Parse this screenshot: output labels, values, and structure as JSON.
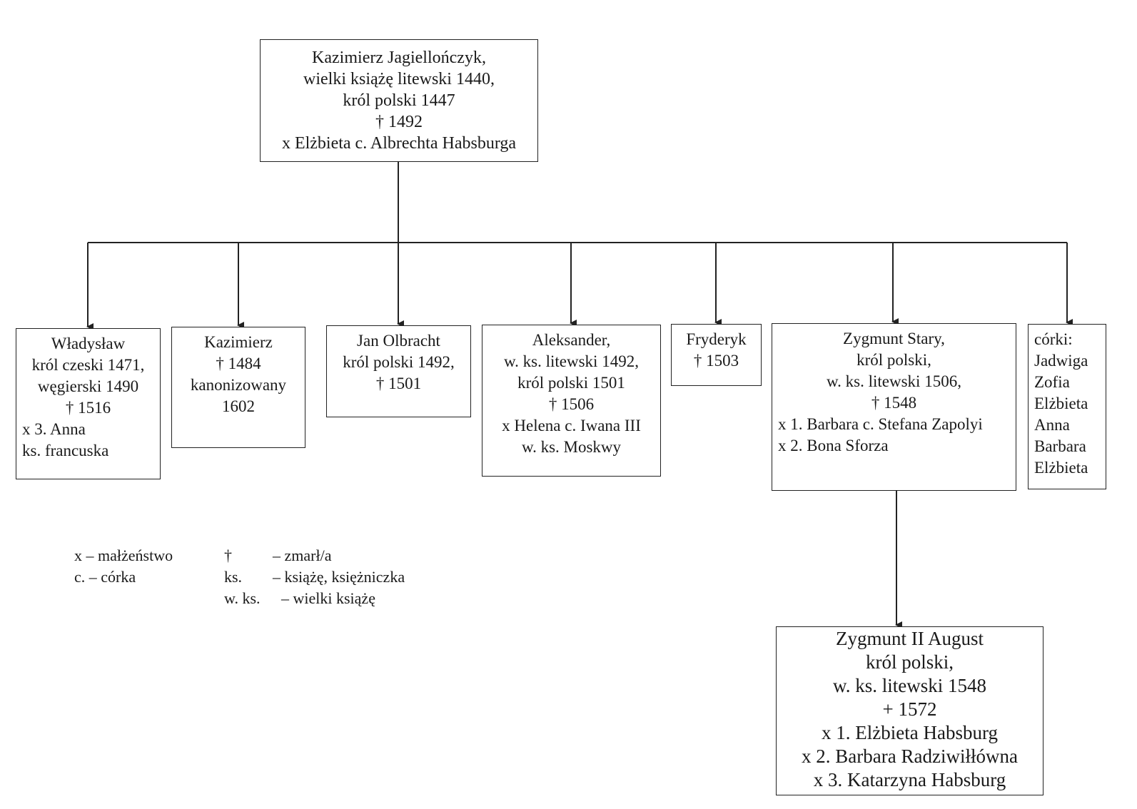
{
  "root": {
    "lines": [
      "Kazimierz Jagiellończyk,",
      "wielki książę litewski 1440,",
      "król polski 1447",
      "† 1492",
      "x Elżbieta c. Albrechta Habsburga"
    ]
  },
  "children": [
    {
      "lines": [
        "Władysław",
        "król czeski 1471,",
        "węgierski 1490",
        "† 1516"
      ],
      "extra": [
        "x 3. Anna",
        "ks. francuska"
      ]
    },
    {
      "lines": [
        "Kazimierz",
        "† 1484",
        "kanonizowany",
        "1602"
      ]
    },
    {
      "lines": [
        "Jan Olbracht",
        "król polski 1492,",
        "† 1501"
      ]
    },
    {
      "lines": [
        "Aleksander,",
        "w. ks. litewski 1492,",
        "król polski 1501",
        "† 1506",
        "x Helena c. Iwana III",
        "w. ks. Moskwy"
      ]
    },
    {
      "lines": [
        "Fryderyk",
        "† 1503"
      ]
    },
    {
      "lines": [
        "Zygmunt Stary,",
        "król polski,",
        "w. ks. litewski 1506,",
        "† 1548"
      ],
      "extra": [
        "x 1. Barbara c. Stefana Zapolyi",
        "x 2. Bona Sforza"
      ]
    },
    {
      "extra": [
        "córki:",
        "Jadwiga",
        "Zofia",
        "Elżbieta",
        "Anna",
        "Barbara",
        "Elżbieta"
      ]
    }
  ],
  "grandchild": {
    "lines": [
      "Zygmunt II August",
      "król polski,",
      "w. ks. litewski 1548",
      "+ 1572",
      "x 1. Elżbieta Habsburg",
      "x 2. Barbara Radziwiłłówna",
      "x 3. Katarzyna Habsburg"
    ]
  },
  "legend": {
    "marriage": "x – małżeństwo",
    "daughter": "c. – córka",
    "dagger_symbol": "†",
    "dagger_meaning": "– zmarł/a",
    "ks_abbr": "ks.",
    "ks_meaning": "– książę, księżniczka",
    "wks_abbr": "w. ks.",
    "wks_meaning": "– wielki książę"
  }
}
